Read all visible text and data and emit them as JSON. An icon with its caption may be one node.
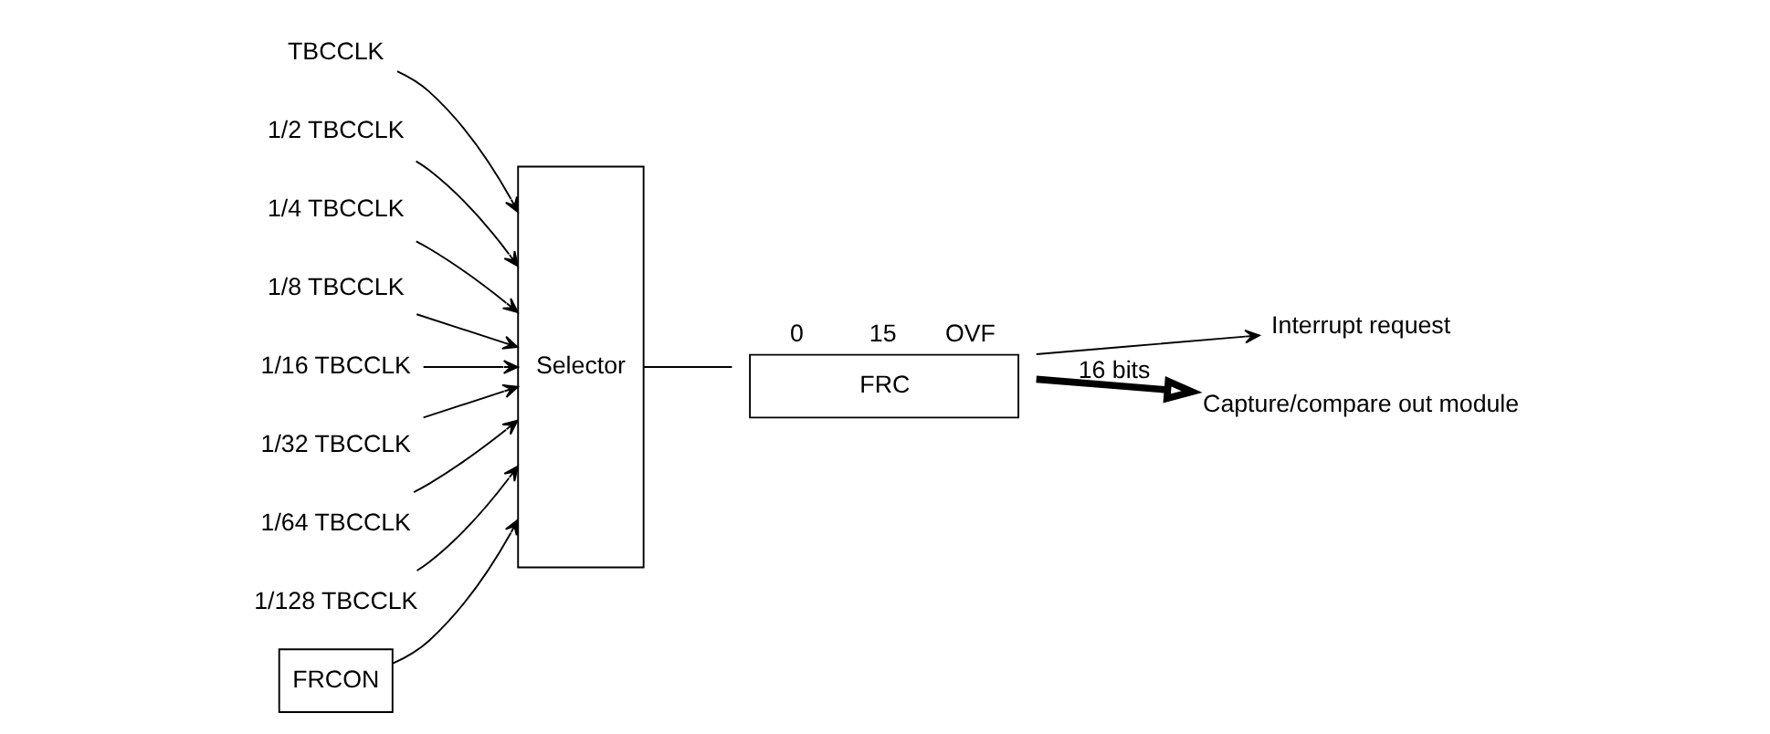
{
  "diagram": {
    "nodes": [
      {
        "text": [
          "TBCCLK"
        ]
      },
      {
        "text": [
          "1/2 TBCCLK"
        ]
      },
      {
        "text": [
          "1/4 TBCCLK"
        ]
      },
      {
        "text": [
          "1/8 TBCCLK"
        ]
      },
      {
        "text": [
          "1/16 TBCCLK"
        ]
      },
      {
        "text": [
          "1/32 TBCCLK"
        ]
      },
      {
        "text": [
          "1/64 TBCCLK"
        ]
      },
      {
        "text": [
          "1/128 TBCCLK"
        ]
      },
      {
        "text": [
          "Selector"
        ]
      },
      {
        "text": [
          "FRCON"
        ]
      },
      {
        "text": [
          "FRC"
        ],
        "beside": [
          "0",
          "15",
          "OVF"
        ]
      },
      {
        "text": [
          "Interrupt request"
        ]
      },
      {
        "text": [
          "Capture/compare out module"
        ]
      }
    ],
    "edges": [
      {
        "from": 0,
        "to": 8,
        "arrow": "to"
      },
      {
        "from": 1,
        "to": 8,
        "arrow": "to"
      },
      {
        "from": 2,
        "to": 8,
        "arrow": "to"
      },
      {
        "from": 3,
        "to": 8,
        "arrow": "to"
      },
      {
        "from": 4,
        "to": 8,
        "arrow": "to"
      },
      {
        "from": 5,
        "to": 8,
        "arrow": "to"
      },
      {
        "from": 6,
        "to": 8,
        "arrow": "to"
      },
      {
        "from": 7,
        "to": 8,
        "arrow": "to"
      },
      {
        "from": 9,
        "to": 8,
        "arrow": "to"
      },
      {
        "from": 8,
        "to": 10,
        "arrow": "none"
      },
      {
        "from": 10,
        "to": 11,
        "arrow": "to"
      },
      {
        "from": 10,
        "to": 12,
        "arrow": "to",
        "label": "16 bits",
        "style": "thick"
      }
    ]
  }
}
